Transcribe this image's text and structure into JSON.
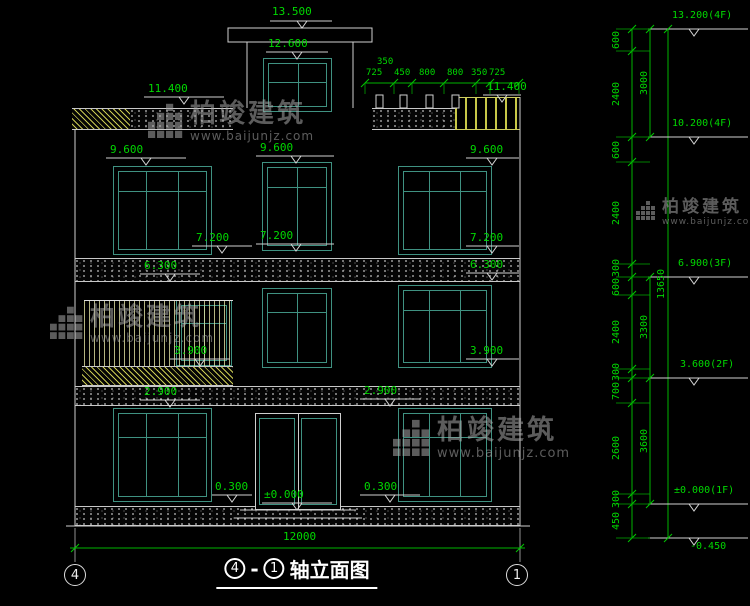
{
  "watermark": {
    "brand": "柏竣建筑",
    "url": "www.baijunjz.com"
  },
  "title": {
    "axis_from": "4",
    "separator": "-",
    "axis_to": "1",
    "text": "轴立面图"
  },
  "axis_bubbles": {
    "left": "4",
    "right": "1"
  },
  "levels": {
    "v13_500": "13.500",
    "v12_600": "12.600",
    "v11_400": "11.400",
    "v9_600": "9.600",
    "v7_200": "7.200",
    "v6_300": "6.300",
    "v3_900": "3.900",
    "v2_900": "2.900",
    "v0_300": "0.300",
    "v0_000": "±0.000"
  },
  "top_dims": {
    "d350": "350",
    "d725": "725",
    "d450": "450",
    "d800": "800"
  },
  "bottom_dims": {
    "total_width": "12000"
  },
  "ladder": {
    "levels": {
      "f4_top": "13.200(4F)",
      "f4": "10.200(4F)",
      "f3": "6.900(3F)",
      "f2": "3.600(2F)",
      "f1": "±0.000(1F)",
      "below": "-0.450"
    },
    "segments": {
      "s600": "600",
      "s2400": "2400",
      "s300": "300",
      "s700": "700",
      "s2600": "2600",
      "s450": "450"
    },
    "totals": {
      "t3000": "3000",
      "t3300": "3300",
      "t3600": "3600",
      "overall": "13650"
    }
  }
}
